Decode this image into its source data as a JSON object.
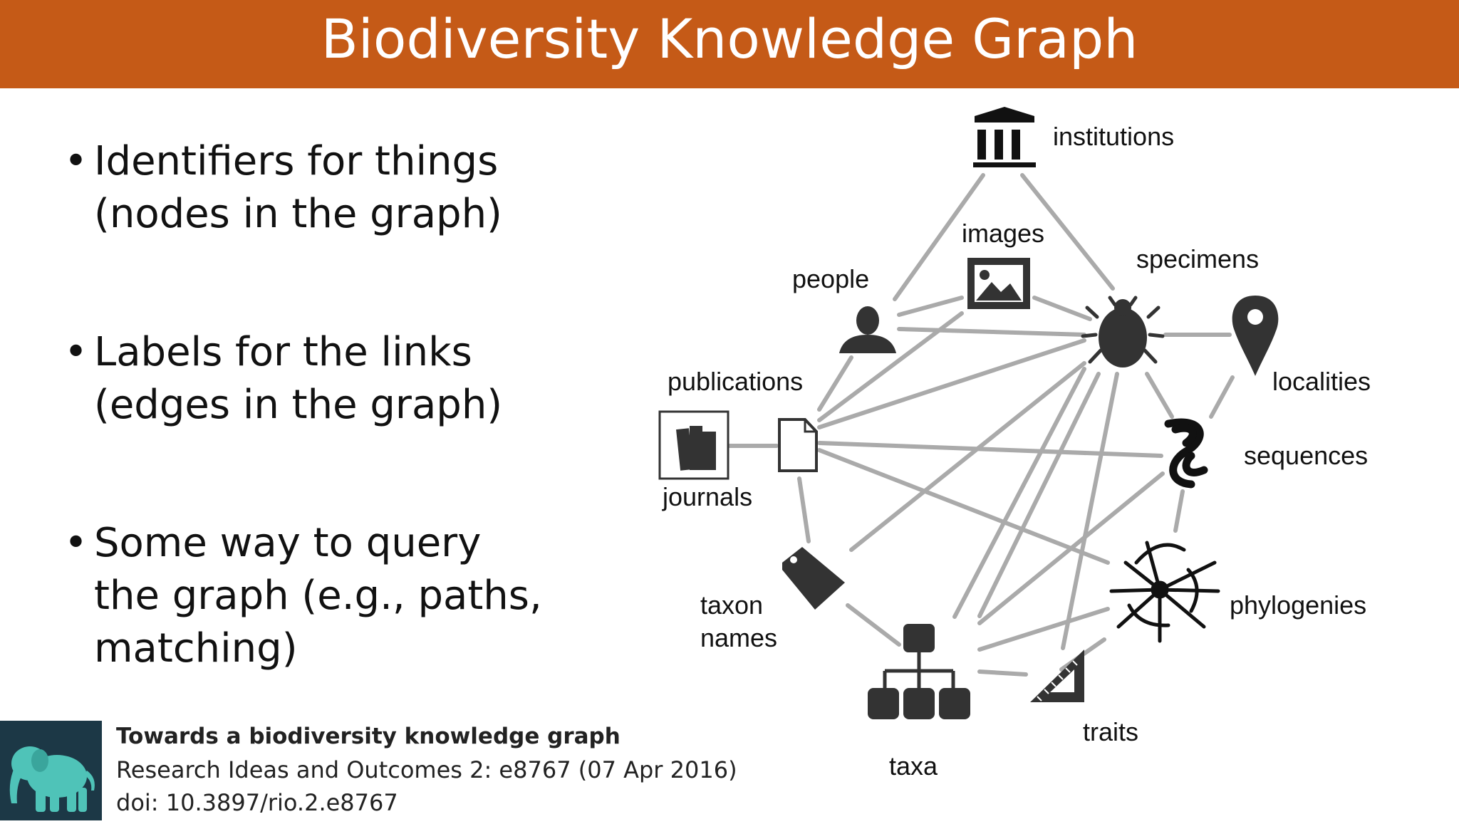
{
  "title": "Biodiversity Knowledge Graph",
  "bullets": [
    {
      "text": "Identifiers for things\n(nodes in the graph)"
    },
    {
      "text": "Labels for the links\n(edges in the graph)"
    },
    {
      "text": "Some way to query\nthe graph (e.g., paths,\nmatching)"
    }
  ],
  "reference": {
    "title": "Towards a biodiversity knowledge graph",
    "journal": "Research Ideas and Outcomes 2: e8767 (07 Apr 2016)",
    "doi": "doi: 10.3897/rio.2.e8767"
  },
  "graph": {
    "nodes": {
      "institutions": {
        "label": "institutions",
        "icon": "institution-icon"
      },
      "images": {
        "label": "images",
        "icon": "image-icon"
      },
      "specimens": {
        "label": "specimens",
        "icon": "beetle-icon"
      },
      "people": {
        "label": "people",
        "icon": "person-icon"
      },
      "localities": {
        "label": "localities",
        "icon": "map-pin-icon"
      },
      "publications": {
        "label": "publications",
        "icon": "document-icon"
      },
      "journals": {
        "label": "journals",
        "icon": "books-icon"
      },
      "sequences": {
        "label": "sequences",
        "icon": "dna-icon"
      },
      "taxon_names": {
        "label_line1": "taxon",
        "label_line2": "names",
        "icon": "tag-icon"
      },
      "phylogenies": {
        "label": "phylogenies",
        "icon": "phylogeny-icon"
      },
      "taxa": {
        "label": "taxa",
        "icon": "hierarchy-icon"
      },
      "traits": {
        "label": "traits",
        "icon": "ruler-icon"
      }
    },
    "edge_color": "#aaaaaa",
    "icon_color": "#333333"
  },
  "colors": {
    "title_bar": "#c55a17",
    "logo_bg": "#1c3846",
    "logo_elephant": "#4fc3b8"
  }
}
